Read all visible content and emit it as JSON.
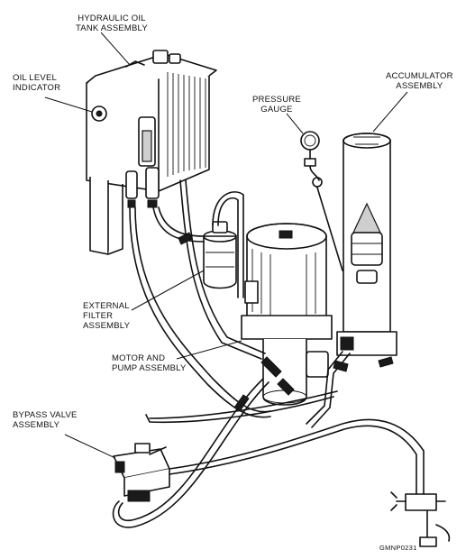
{
  "labels": {
    "tank": [
      "HYDRAULIC OIL",
      "TANK ASSEMBLY"
    ],
    "level": [
      "OIL LEVEL",
      "INDICATOR"
    ],
    "gauge": [
      "PRESSURE",
      "GAUGE"
    ],
    "accumulator": [
      "ACCUMULATOR",
      "ASSEMBLY"
    ],
    "filter": [
      "EXTERNAL",
      "FILTER",
      "ASSEMBLY"
    ],
    "motor": [
      "MOTOR AND",
      "PUMP ASSEMBLY"
    ],
    "bypass": [
      "BYPASS VALVE",
      "ASSEMBLY"
    ]
  },
  "figure_id": "GMNP0231"
}
